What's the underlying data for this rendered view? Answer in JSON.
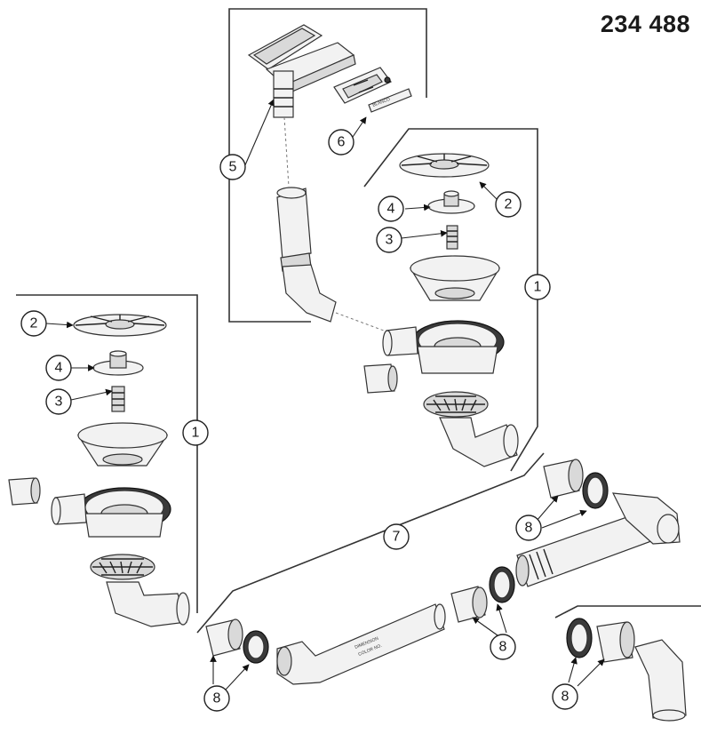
{
  "part_number": "234 488",
  "callouts": {
    "c1": "1",
    "c2": "2",
    "c3": "3",
    "c4": "4",
    "c5": "5",
    "c6": "6",
    "c7": "7",
    "c8": "8"
  }
}
